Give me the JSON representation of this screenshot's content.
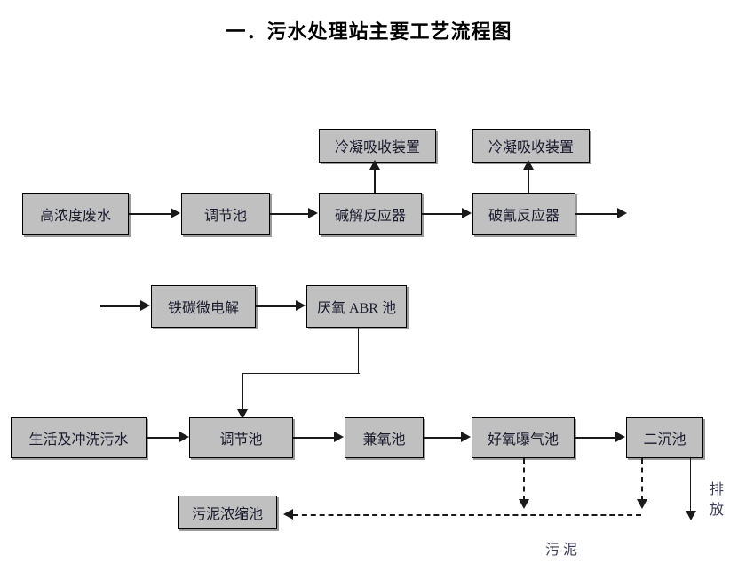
{
  "title": "一．污水处理站主要工艺流程图",
  "colors": {
    "node_fill": "#c0c0c0",
    "node_border": "#000000",
    "line": "#1a1a1a",
    "text": "#1a1a2e",
    "background": "#ffffff"
  },
  "nodes": {
    "high_conc_wastewater": "高浓度废水",
    "regulating_tank_1": "调节池",
    "alkaline_reactor": "碱解反应器",
    "cyanide_reactor": "破氰反应器",
    "condenser_1": "冷凝吸收装置",
    "condenser_2": "冷凝吸收装置",
    "iron_carbon_electrolysis": "铁碳微电解",
    "anaerobic_abr_tank": "厌氧 ABR 池",
    "domestic_wash_sewage": "生活及冲洗污水",
    "regulating_tank_2": "调节池",
    "facultative_tank": "兼氧池",
    "aerobic_aeration_tank": "好氧曝气池",
    "secondary_sedimentation_tank": "二沉池",
    "sludge_thickening_tank": "污泥浓缩池"
  },
  "captions": {
    "sludge": "污  泥",
    "discharge": "排放"
  }
}
